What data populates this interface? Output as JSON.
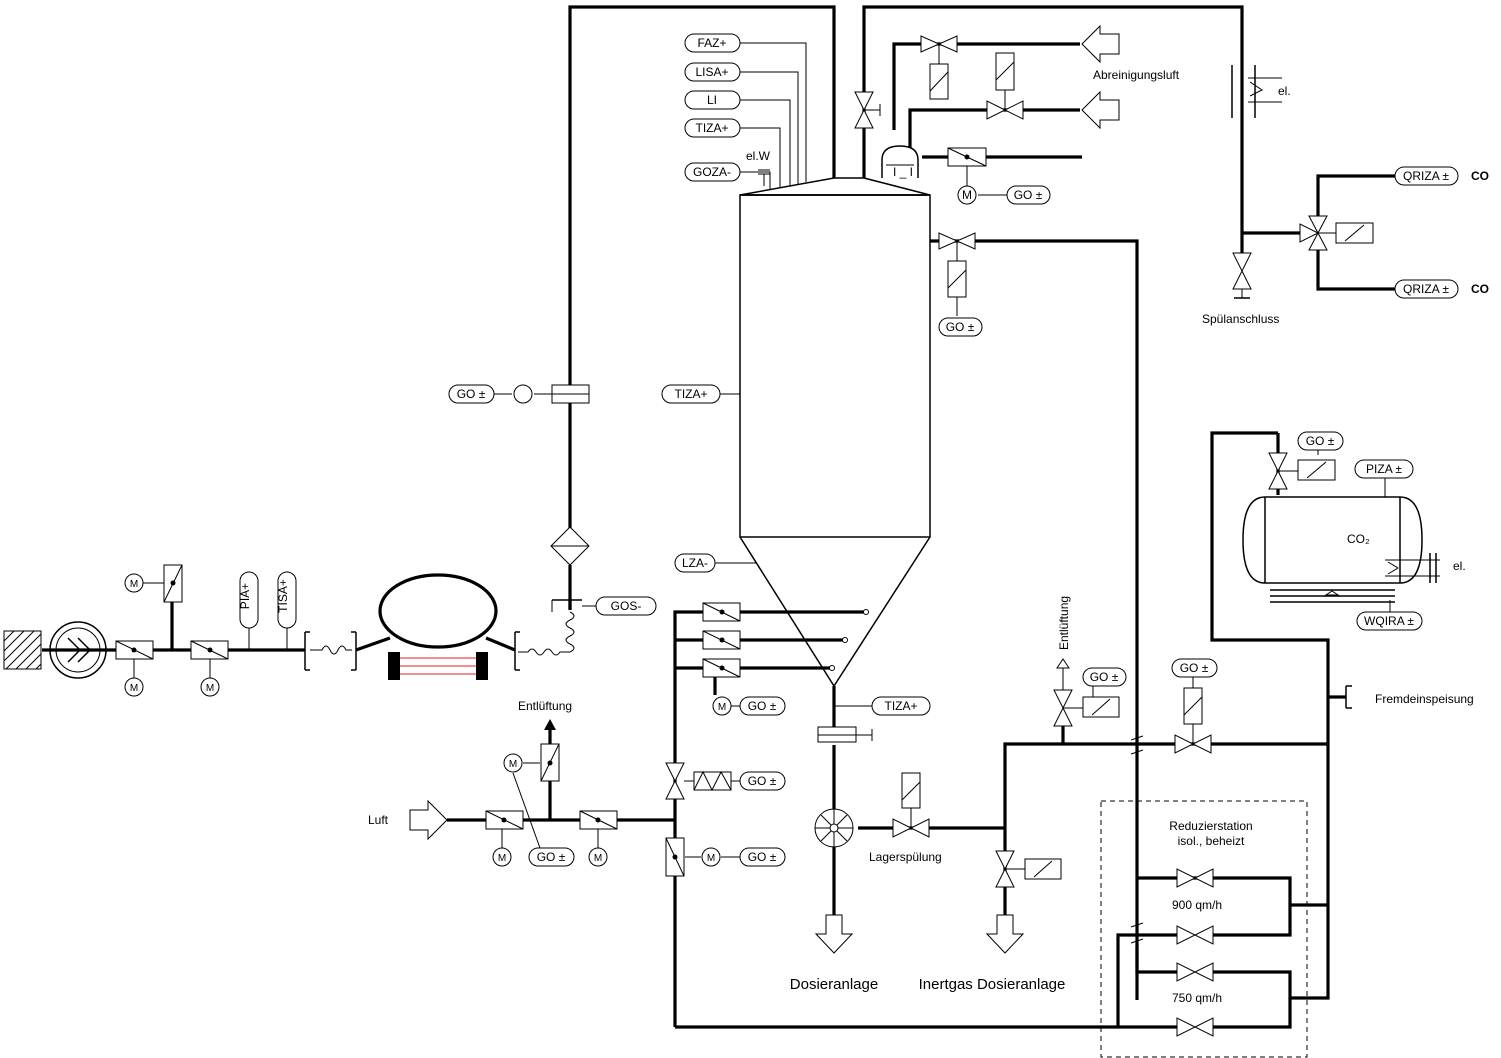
{
  "labels": {
    "abreinigungsluft": "Abreinigungsluft",
    "el_top": "el.",
    "el_tank": "el.",
    "elw": "el.W",
    "spuelanschluss": "Spülanschluss",
    "co_top": "CO",
    "co_bottom": "CO",
    "co2": "CO₂",
    "fremdeinspeisung": "Fremdeinspeisung",
    "entlueftung_left": "Entlüftung",
    "entlueftung_mid": "Entlüftung",
    "luft": "Luft",
    "lagerspuelung": "Lagerspülung",
    "reduzierstation_1": "Reduzierstation",
    "reduzierstation_2": "isol., beheizt",
    "flow_900": "900 qm/h",
    "flow_750": "750 qm/h",
    "dosieranlage": "Dosieranlage",
    "inertgas_dosieranlage": "Inertgas Dosieranlage",
    "motor": "M"
  },
  "tags": {
    "faz": "FAZ+",
    "lisa": "LISA+",
    "li": "LI",
    "tiza_top": "TIZA+",
    "goza": "GOZA-",
    "go_filter": "GO ±",
    "go_topvalve": "GO ±",
    "go_tankvalve": "GO ±",
    "go_left": "GO ±",
    "tiza_mid": "TIZA+",
    "lza": "LZA-",
    "gos": "GOS-",
    "go_hopper": "GO ±",
    "tiza_low": "TIZA+",
    "go_heater": "GO ±",
    "go_motor": "GO ±",
    "go_blower": "GO ±",
    "go_entl": "GO ±",
    "go_co2valve": "GO ±",
    "go_solenoid": "GO ±",
    "qriza_top": "QRIZA ±",
    "qriza_bottom": "QRIZA ±",
    "piza": "PIZA ±",
    "wqira": "WQIRA ±",
    "pia": "PIA+",
    "tisa": "TISA+"
  },
  "colors": {
    "line": "#000000",
    "background": "#ffffff",
    "heater_red": "#e02020"
  }
}
